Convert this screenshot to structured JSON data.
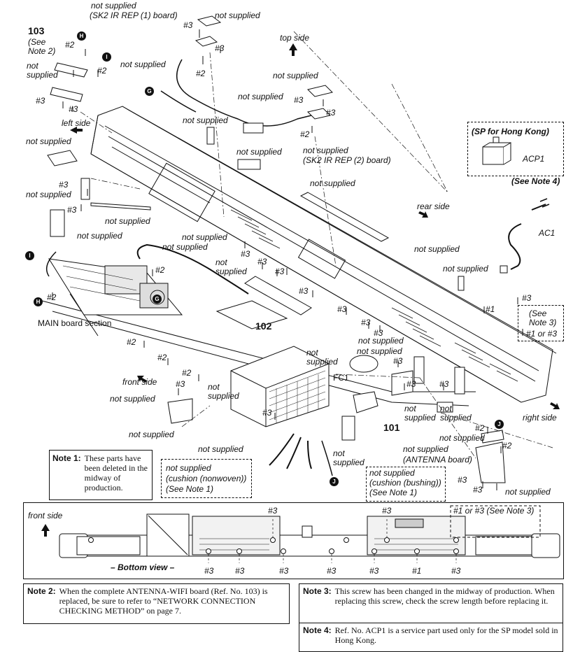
{
  "labels": {
    "ref_103": "103",
    "see_note2": "(See\nNote 2)",
    "not_supplied": "not supplied",
    "not_supplied_2line": "not\nsupplied",
    "sk2_ir_rep1": "(SK2 IR REP (1) board)",
    "sk2_ir_rep2": "(SK2 IR REP (2) board)",
    "top_side": "top side",
    "left_side": "left side",
    "rear_side": "rear side",
    "right_side": "right side",
    "front_side": "front side",
    "sp_hong_kong": "(SP for Hong Kong)",
    "acp1": "ACP1",
    "see_note4": "(See Note 4)",
    "ac1": "AC1",
    "see_note3": "(See\nNote 3)",
    "hash1_or_3": "#1 or #3",
    "main_board_section": "MAIN board section",
    "ref_102": "102",
    "ref_101": "101",
    "fc1": "FC1",
    "antenna_board": "(ANTENNA board)",
    "cushion_nonwoven": "(cushion (nonwoven))",
    "cushion_bushing": "(cushion (bushing))",
    "see_note1": "(See Note 1)",
    "bottom_view": "– Bottom view –",
    "bottom_note3": "#1 or #3 (See Note 3)",
    "s1": "#1",
    "s2": "#2",
    "s3": "#3",
    "H": "H",
    "I": "I",
    "G": "G",
    "J": "J"
  },
  "notes": {
    "note1_head": "Note 1:",
    "note1_text": "These parts have been deleted in the midway of production.",
    "note2_head": "Note 2:",
    "note2_text": "When the complete ANTENNA-WIFI board (Ref. No. 103) is replaced, be sure to refer to “NETWORK CONNECTION CHECKING METHOD” on page 7.",
    "note3_head": "Note 3:",
    "note3_text": "This screw has been changed in the midway of production. When replacing this screw, check the screw length before replacing it.",
    "note4_head": "Note 4:",
    "note4_text": "Ref. No. ACP1 is a service part used only for the SP model sold in Hong Kong."
  }
}
